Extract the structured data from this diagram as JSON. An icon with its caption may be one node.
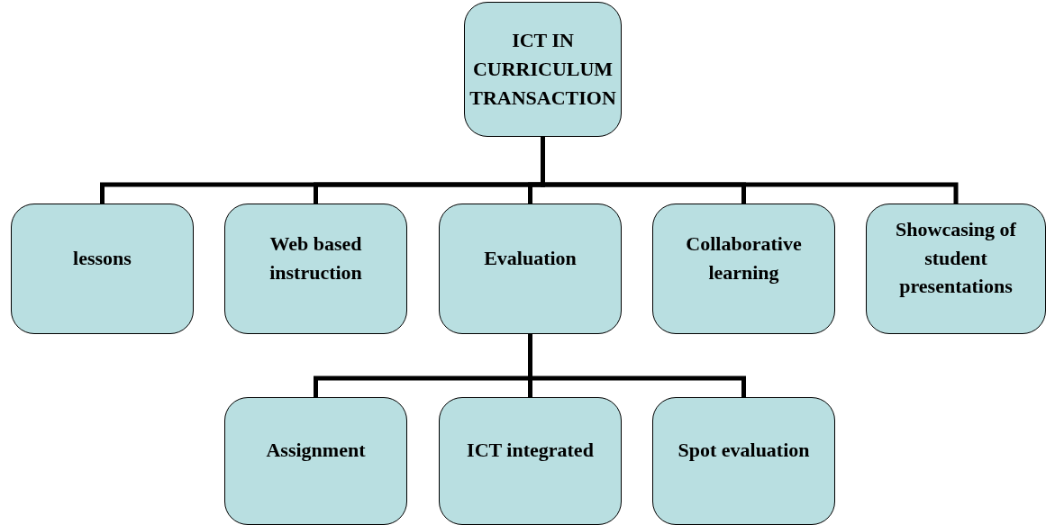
{
  "diagram": {
    "nodes": [
      {
        "text": [
          "ICT IN CURRICULUM TRANSACTION"
        ]
      },
      {
        "text": [
          "lessons"
        ]
      },
      {
        "text": [
          "Web based instruction"
        ]
      },
      {
        "text": [
          "Evaluation"
        ]
      },
      {
        "text": [
          "Collaborative learning"
        ]
      },
      {
        "text": [
          "Showcasing of student presentations"
        ]
      },
      {
        "text": [
          "Assignment"
        ]
      },
      {
        "text": [
          "ICT integrated"
        ]
      },
      {
        "text": [
          "Spot evaluation"
        ]
      }
    ],
    "edges": [
      {
        "from": 0,
        "to": 1,
        "arrow": "none"
      },
      {
        "from": 0,
        "to": 2,
        "arrow": "none"
      },
      {
        "from": 0,
        "to": 3,
        "arrow": "none"
      },
      {
        "from": 0,
        "to": 4,
        "arrow": "none"
      },
      {
        "from": 0,
        "to": 5,
        "arrow": "none"
      },
      {
        "from": 3,
        "to": 6,
        "arrow": "none"
      },
      {
        "from": 3,
        "to": 7,
        "arrow": "none"
      },
      {
        "from": 3,
        "to": 8,
        "arrow": "none"
      }
    ]
  }
}
